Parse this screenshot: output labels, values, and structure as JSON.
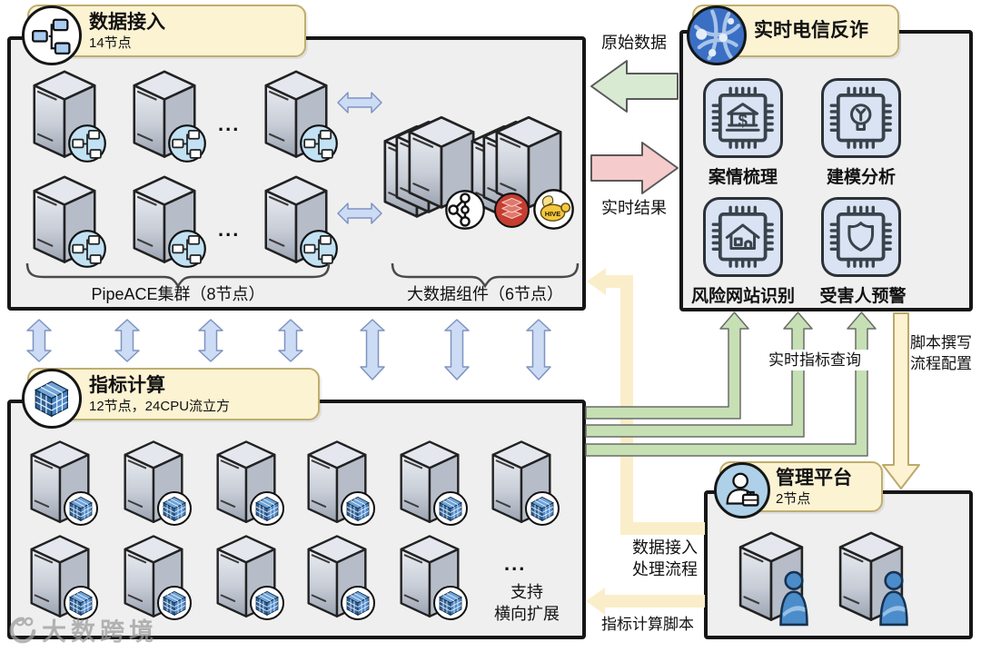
{
  "data_ingest": {
    "title": "数据接入",
    "subtitle": "14节点",
    "dots": "...",
    "pipeace_label": "PipeACE集群（8节点）",
    "bigdata_label": "大数据组件（6节点）"
  },
  "antifraud": {
    "title": "实时电信反诈",
    "modules": [
      {
        "label": "案情梳理",
        "icon": "bank-chip-icon"
      },
      {
        "label": "建模分析",
        "icon": "bulb-chip-icon"
      },
      {
        "label": "风险网站识别",
        "icon": "house-chip-icon"
      },
      {
        "label": "受害人预警",
        "icon": "shield-chip-icon"
      }
    ]
  },
  "metrics": {
    "title": "指标计算",
    "subtitle": "12节点，24CPU流立方",
    "dots": "...",
    "note_line1": "支持",
    "note_line2": "横向扩展"
  },
  "management": {
    "title": "管理平台",
    "subtitle": "2节点"
  },
  "flows": {
    "raw_data": "原始数据",
    "realtime_result": "实时结果",
    "realtime_metric_query": "实时指标查询",
    "script_config_line1": "脚本撰写",
    "script_config_line2": "流程配置",
    "ingest_flow_line1": "数据接入",
    "ingest_flow_line2": "处理流程",
    "metric_script": "指标计算脚本"
  },
  "watermark": {
    "text": "大数跨境"
  },
  "colors": {
    "box_bg": "#efeff0",
    "header_bg": "#fcf3d3",
    "green_arrow": "#d9ead3",
    "pink_arrow": "#f5cbcc",
    "blue_arrow": "#cddcf5",
    "query_arrow_green": "#c6e0b4",
    "yellow_flow": "#faeeca",
    "chip_bg": "#d9e3f4"
  }
}
